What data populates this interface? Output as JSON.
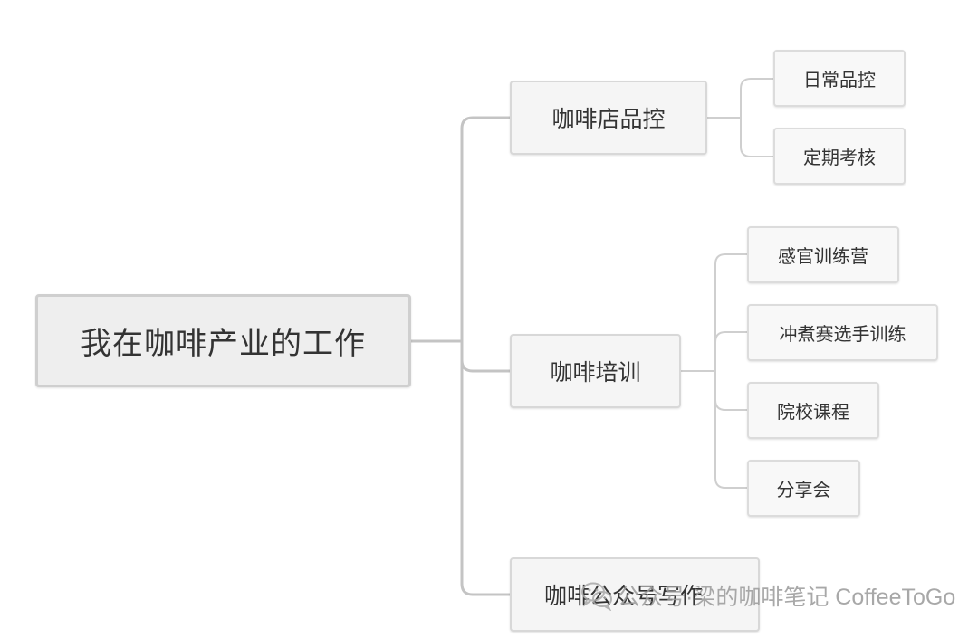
{
  "root": {
    "label": "我在咖啡产业的工作"
  },
  "branches": [
    {
      "label": "咖啡店品控",
      "children": [
        {
          "label": "日常品控"
        },
        {
          "label": "定期考核"
        }
      ]
    },
    {
      "label": "咖啡培训",
      "children": [
        {
          "label": "感官训练营"
        },
        {
          "label": "冲煮赛选手训练"
        },
        {
          "label": "院校课程"
        },
        {
          "label": "分享会"
        }
      ]
    },
    {
      "label": "咖啡公众号写作",
      "children": []
    }
  ],
  "watermark": {
    "text": "公众号·梁的咖啡笔记 CoffeeToGo",
    "icon": "wechat-icon"
  },
  "colors": {
    "connector": "#c4c4c4",
    "node_fill": "#f6f6f6",
    "node_border": "#d4d4d4",
    "text": "#333333"
  }
}
